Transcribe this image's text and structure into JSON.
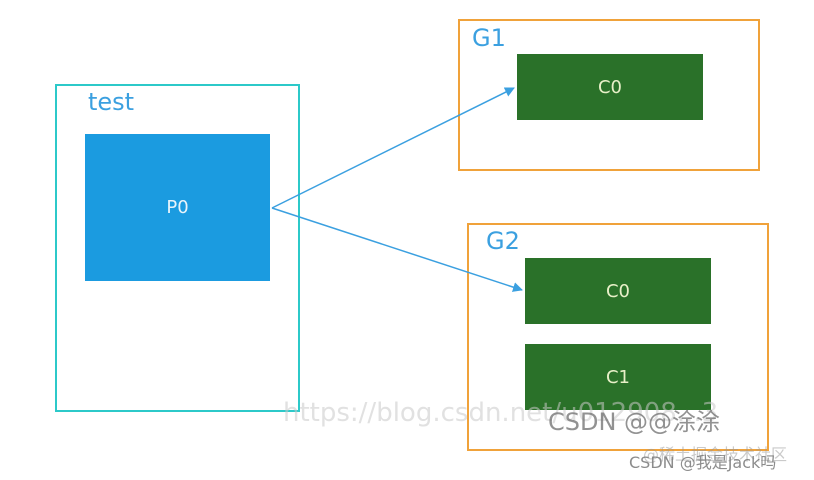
{
  "diagram": {
    "topic": {
      "label": "test",
      "border_color": "#2cc9c9",
      "partitions": [
        {
          "label": "P0",
          "color": "#1b9be0"
        }
      ]
    },
    "consumer_groups": [
      {
        "label": "G1",
        "border_color": "#f0a23a",
        "consumers": [
          {
            "label": "C0",
            "color": "#2a7129"
          }
        ]
      },
      {
        "label": "G2",
        "border_color": "#f0a23a",
        "consumers": [
          {
            "label": "C0",
            "color": "#2a7129"
          },
          {
            "label": "C1",
            "color": "#2a7129"
          }
        ]
      }
    ],
    "edges": [
      {
        "from": "P0",
        "to": "G1.C0",
        "color": "#3ba0e0"
      },
      {
        "from": "P0",
        "to": "G2.C0",
        "color": "#3ba0e0"
      }
    ],
    "label_color": "#3ba0e0"
  },
  "watermarks": {
    "url": "https://blog.csdn.net/u012908...3",
    "csdn_author": "CSDN @@涂涂",
    "bottom_ghost": "@稀土掘金技术社区",
    "bottom": "CSDN @我是Jack吗"
  }
}
